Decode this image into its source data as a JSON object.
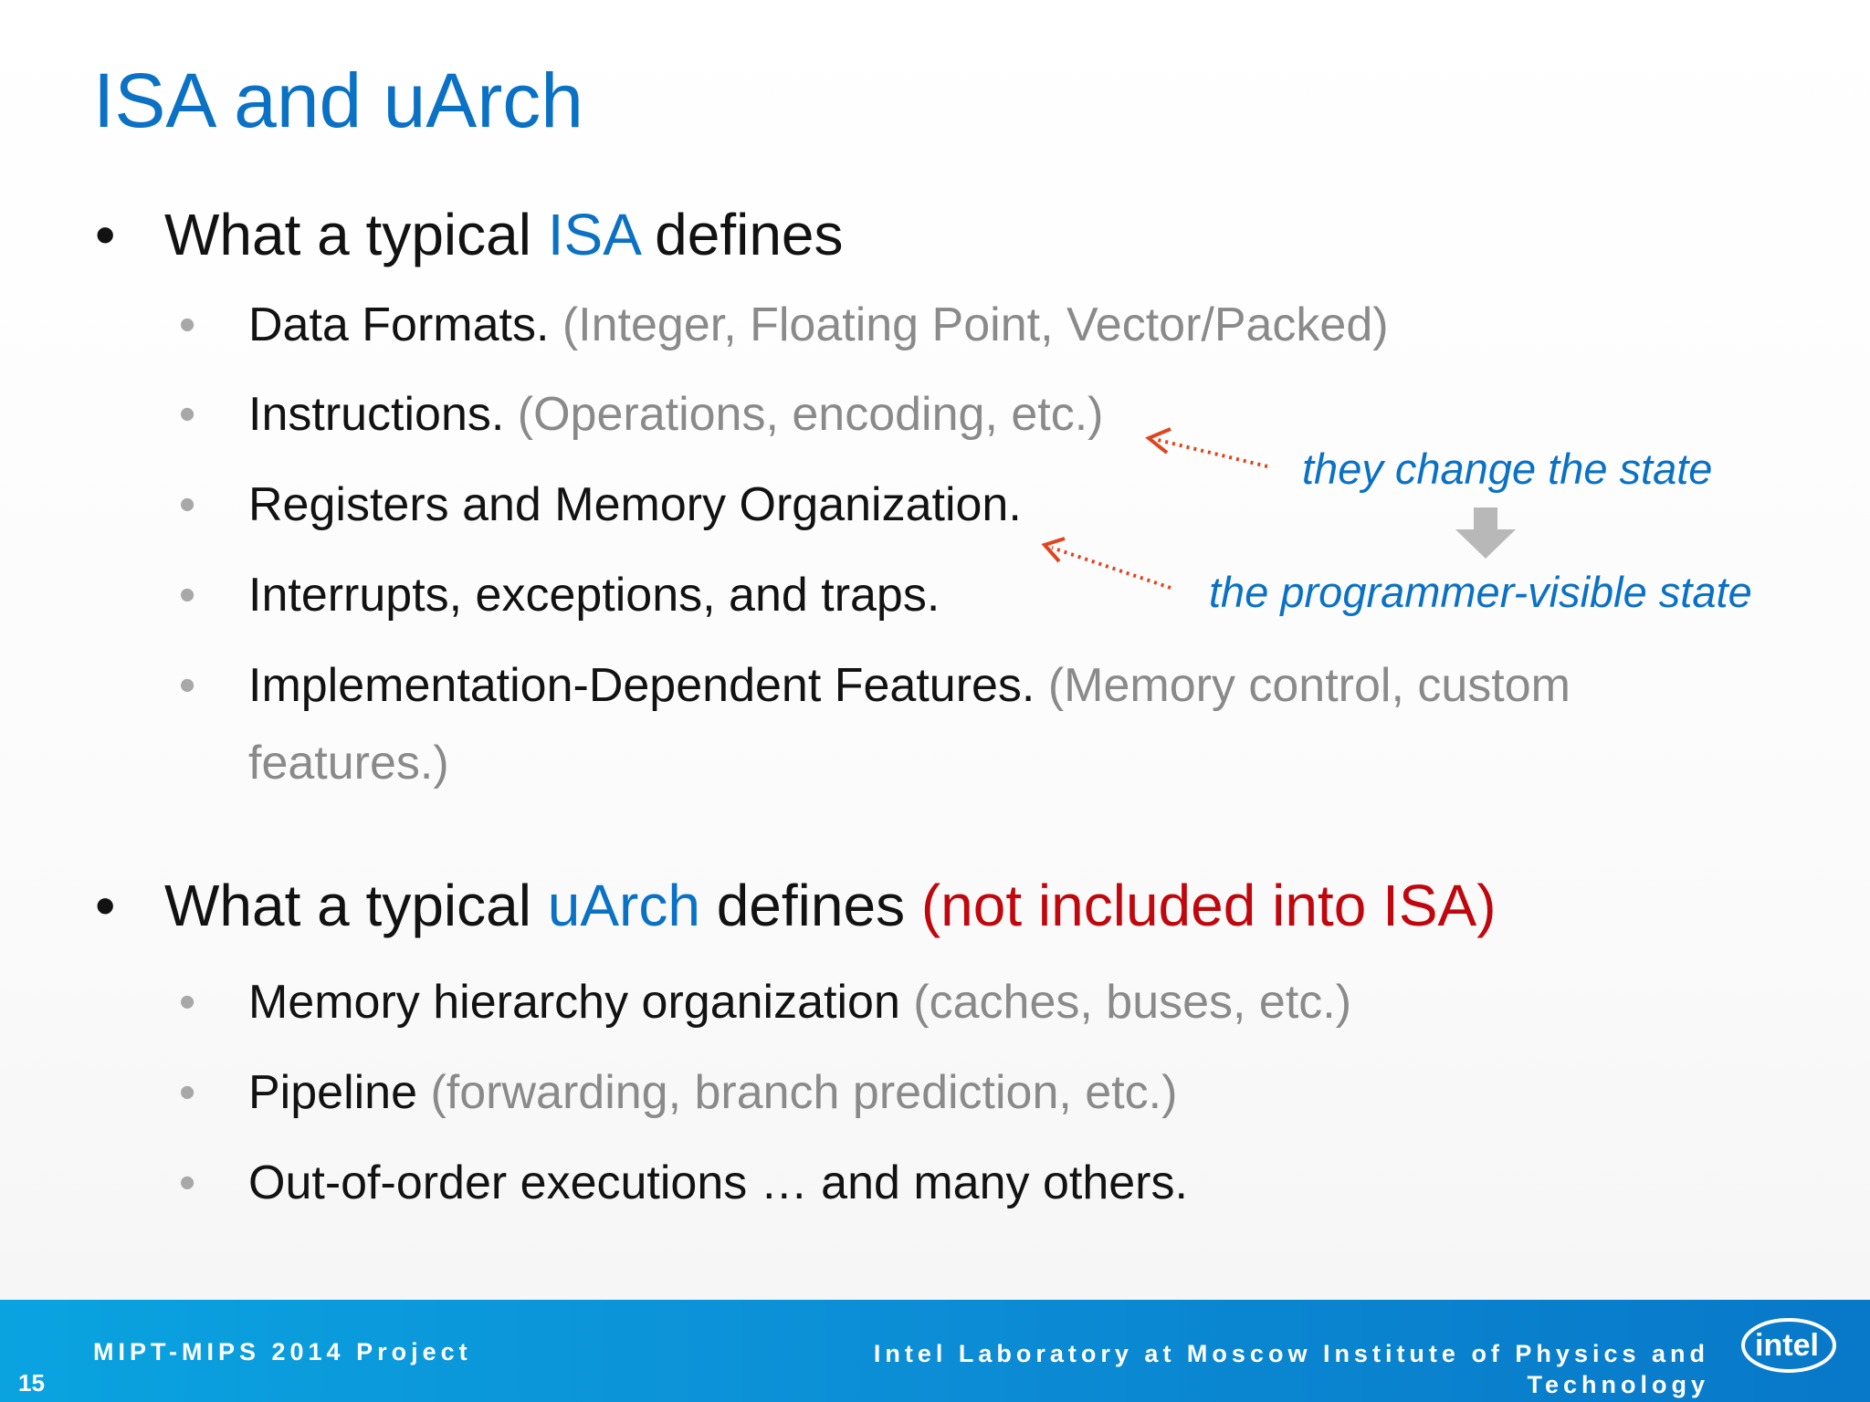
{
  "title": "ISA and uArch",
  "bullet_glyph": "•",
  "section_isa": {
    "prefix": "What a typical ",
    "accent": "ISA",
    "suffix": " defines",
    "items": [
      {
        "main": "Data Formats.",
        "detail": " (Integer, Floating Point, Vector/Packed)"
      },
      {
        "main": "Instructions.",
        "detail": " (Operations, encoding, etc.)"
      },
      {
        "main": "Registers and Memory Organization.",
        "detail": ""
      },
      {
        "main": "Interrupts, exceptions, and traps.",
        "detail": ""
      },
      {
        "main": "Implementation-Dependent Features.",
        "detail": " (Memory control, custom features.)"
      }
    ]
  },
  "section_uarch": {
    "prefix": "What a typical ",
    "accent": "uArch",
    "suffix": " defines ",
    "note": "(not included into ISA)",
    "items": [
      {
        "main": "Memory hierarchy organization",
        "detail": " (caches, buses, etc.)"
      },
      {
        "main": "Pipeline",
        "detail": " (forwarding, branch prediction, etc.)"
      },
      {
        "main": "Out-of-order executions … and many others.",
        "detail": ""
      }
    ]
  },
  "annotations": {
    "change_state": "they change the state",
    "visible_state": "the programmer-visible state"
  },
  "colors": {
    "accent": "#0a71c5",
    "muted": "#8a8a8a",
    "red": "#c0070d",
    "arrow_red": "#e0441c",
    "arrow_gray": "#b8b8b8"
  },
  "footer": {
    "project": "MIPT-MIPS 2014 Project",
    "lab": "Intel Laboratory at Moscow Institute of Physics and Technology",
    "page": "15",
    "logo_text": "intel"
  }
}
